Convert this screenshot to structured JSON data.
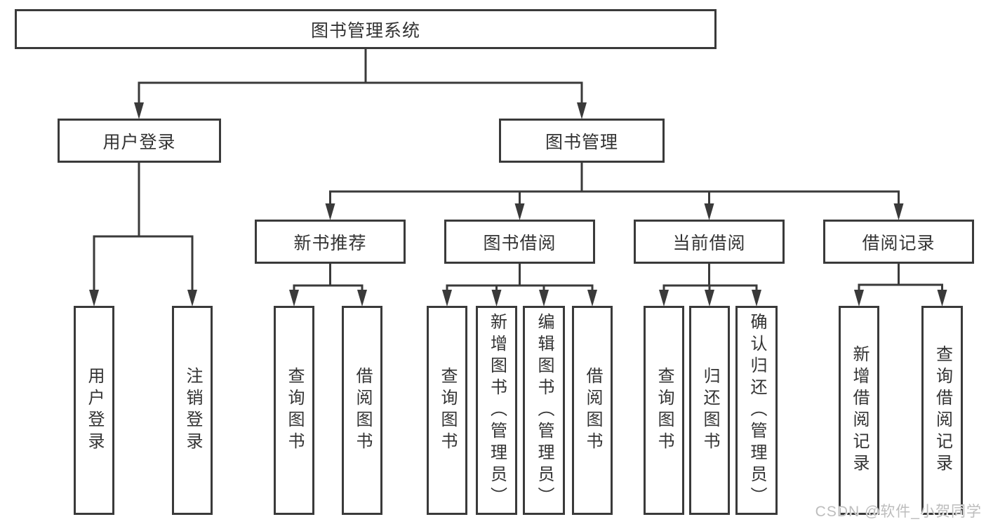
{
  "tree": {
    "root": {
      "label": "图书管理系统"
    },
    "user_branch": {
      "label": "用户登录",
      "children": [
        {
          "label": "用户登录"
        },
        {
          "label": "注销登录"
        }
      ]
    },
    "book_branch": {
      "label": "图书管理",
      "sections": [
        {
          "label": "新书推荐",
          "children": [
            {
              "label": "查询图书"
            },
            {
              "label": "借阅图书"
            }
          ]
        },
        {
          "label": "图书借阅",
          "children": [
            {
              "label": "查询图书"
            },
            {
              "label": "新增图书（管理员）"
            },
            {
              "label": "编辑图书（管理员）"
            },
            {
              "label": "借阅图书"
            }
          ]
        },
        {
          "label": "当前借阅",
          "children": [
            {
              "label": "查询图书"
            },
            {
              "label": "归还图书"
            },
            {
              "label": "确认归还（管理员）"
            }
          ]
        },
        {
          "label": "借阅记录",
          "children": [
            {
              "label": "新增借阅记录"
            },
            {
              "label": "查询借阅记录"
            }
          ]
        }
      ]
    }
  },
  "watermark": {
    "text": "CSDN @软件_小贺同学"
  },
  "colors": {
    "line": "#3a3a3a",
    "text": "#333333",
    "watermark": "#bdbdbd",
    "background": "#ffffff"
  }
}
